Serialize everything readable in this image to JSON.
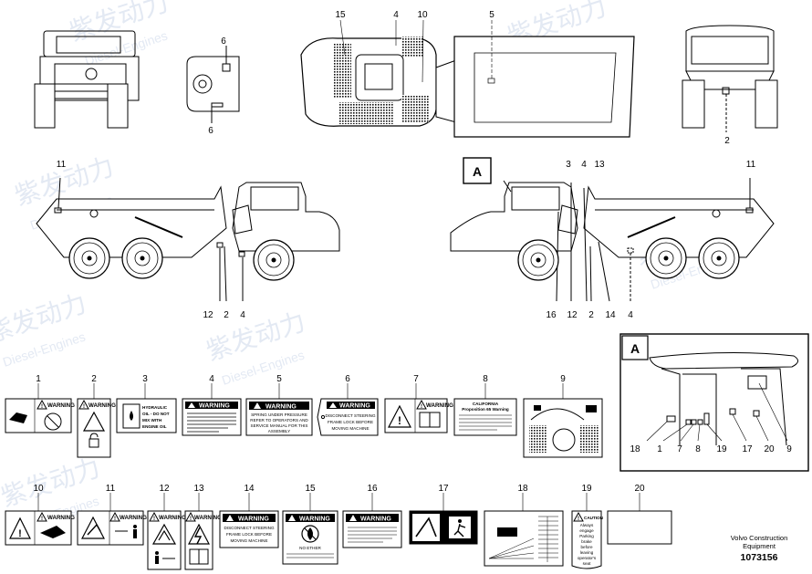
{
  "callouts": {
    "top_view": [
      "15",
      "4",
      "10",
      "5"
    ],
    "top_left_detail": [
      "6",
      "6"
    ],
    "rear_view": [
      "2"
    ],
    "left_side": [
      "11",
      "12",
      "2",
      "4"
    ],
    "right_side_top": [
      "3",
      "4",
      "13",
      "11"
    ],
    "right_side_bottom": [
      "16",
      "12",
      "2",
      "14",
      "4"
    ],
    "detail_a": [
      "18",
      "1",
      "7",
      "8",
      "19",
      "17",
      "20",
      "9"
    ]
  },
  "detail_letter": "A",
  "labels_row1": [
    {
      "num": "1",
      "title": "WARNING",
      "lines": []
    },
    {
      "num": "2",
      "title": "WARNING",
      "lines": []
    },
    {
      "num": "3",
      "title": "",
      "lines": [
        "HYDRAULIC",
        "OIL - DO NOT",
        "MIX WITH",
        "ENGINE OIL"
      ]
    },
    {
      "num": "4",
      "title": "WARNING",
      "lines": []
    },
    {
      "num": "5",
      "title": "WARNING",
      "lines": [
        "SPRING UNDER PRESSURE",
        "REFER TO OPERATORS AND",
        "SERVICE MANUAL FOR THIS",
        "ASSEMBLY"
      ]
    },
    {
      "num": "6",
      "title": "WARNING",
      "lines": [
        "DISCONNECT STEERING",
        "FRAME LOCK BEFORE",
        "MOVING MACHINE"
      ]
    },
    {
      "num": "7",
      "title": "WARNING",
      "lines": []
    },
    {
      "num": "8",
      "title": "CALIFORNIA",
      "lines": [
        "Proposition 65 Warning"
      ]
    },
    {
      "num": "9",
      "title": "",
      "lines": []
    }
  ],
  "labels_row2": [
    {
      "num": "10",
      "title": "WARNING",
      "lines": []
    },
    {
      "num": "11",
      "title": "WARNING",
      "lines": []
    },
    {
      "num": "12",
      "title": "WARNING",
      "lines": []
    },
    {
      "num": "13",
      "title": "WARNING",
      "lines": []
    },
    {
      "num": "14",
      "title": "WARNING",
      "lines": [
        "DISCONNECT STEERING",
        "FRAME LOCK BEFORE",
        "MOVING MACHINE"
      ]
    },
    {
      "num": "15",
      "title": "WARNING",
      "lines": [
        "NO ETHER"
      ]
    },
    {
      "num": "16",
      "title": "WARNING",
      "lines": []
    },
    {
      "num": "17",
      "title": "",
      "lines": []
    },
    {
      "num": "18",
      "title": "",
      "lines": []
    },
    {
      "num": "19",
      "title": "CAUTION",
      "lines": [
        "Always",
        "engage",
        "Parking",
        "brake",
        "before",
        "leaving",
        "operator's",
        "seat"
      ]
    },
    {
      "num": "20",
      "title": "",
      "lines": []
    }
  ],
  "footer": {
    "line1": "Volvo Construction",
    "line2": "Equipment",
    "part_number": "1073156"
  },
  "watermark": {
    "cn": "紫发动力",
    "en": "Diesel-Engines"
  }
}
